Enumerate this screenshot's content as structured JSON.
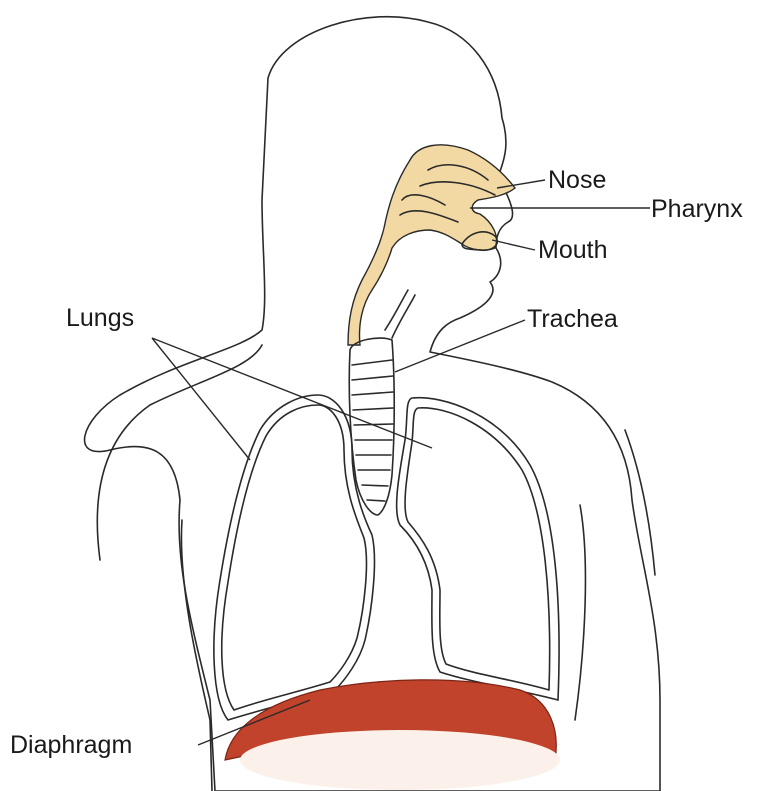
{
  "labels": {
    "nose": "Nose",
    "pharynx": "Pharynx",
    "mouth": "Mouth",
    "lungs": "Lungs",
    "trachea": "Trachea",
    "diaphragm": "Diaphragm"
  },
  "colors": {
    "body_fill": "#fbf1ea",
    "nasal_cavity": "#f2d9a3",
    "diaphragm": "#c2432b",
    "lung_fill": "#ffffff",
    "outline": "#2a2a2a"
  }
}
